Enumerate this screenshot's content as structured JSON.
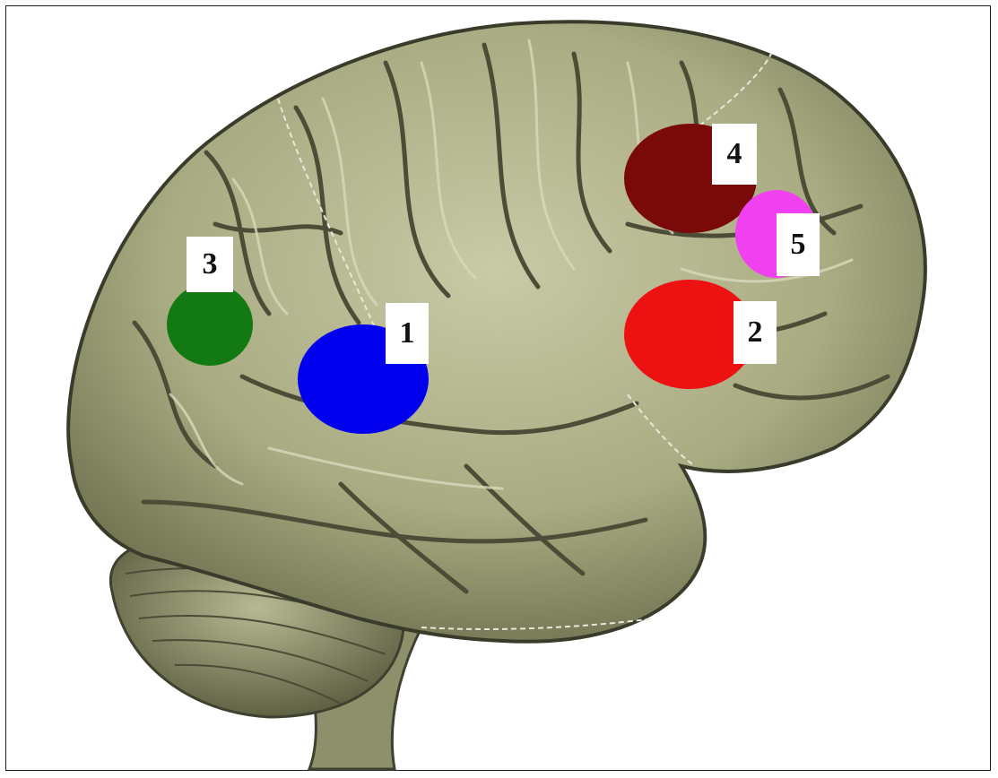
{
  "diagram": {
    "regions": [
      {
        "number": "1",
        "color": "#0000ee"
      },
      {
        "number": "2",
        "color": "#ee1111"
      },
      {
        "number": "3",
        "color": "#137a13"
      },
      {
        "number": "4",
        "color": "#7a0a0a"
      },
      {
        "number": "5",
        "color": "#f040f0"
      }
    ]
  }
}
